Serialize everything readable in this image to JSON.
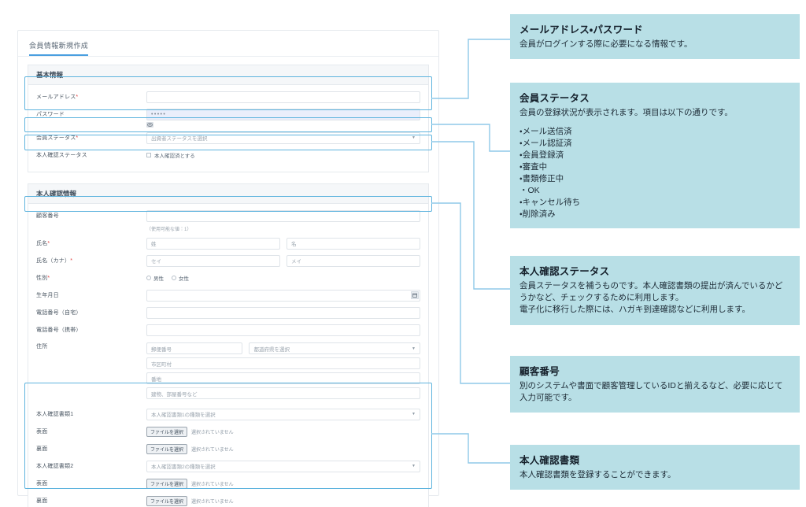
{
  "form": {
    "page_title": "会員情報新規作成",
    "sections": [
      {
        "heading": "基本情報",
        "rows": [
          {
            "label": "メールアドレス",
            "required": true,
            "type": "text",
            "placeholder": ""
          },
          {
            "label": "パスワード",
            "required": false,
            "type": "password",
            "value": "•••••"
          },
          {
            "label": "会員ステータス",
            "required": true,
            "type": "select",
            "placeholder": "出資者ステータスを選択"
          },
          {
            "label": "本人確認ステータス",
            "required": false,
            "type": "checkbox",
            "checkbox_label": "本人確認済とする"
          }
        ]
      },
      {
        "heading": "本人確認情報",
        "rows": [
          {
            "label": "顧客番号",
            "required": false,
            "type": "text",
            "placeholder": "",
            "hint": "（使用可能な値：1）"
          },
          {
            "label": "氏名",
            "required": true,
            "type": "pair",
            "placeholder_left": "姓",
            "placeholder_right": "名"
          },
          {
            "label": "氏名（カナ）",
            "required": true,
            "type": "pair",
            "placeholder_left": "セイ",
            "placeholder_right": "メイ"
          },
          {
            "label": "性別",
            "required": true,
            "type": "radio",
            "options": [
              "男性",
              "女性"
            ]
          },
          {
            "label": "生年月日",
            "required": false,
            "type": "date",
            "placeholder": ""
          },
          {
            "label": "電話番号（自宅）",
            "required": false,
            "type": "text",
            "placeholder": ""
          },
          {
            "label": "電話番号（携帯）",
            "required": false,
            "type": "text",
            "placeholder": ""
          },
          {
            "label": "住所",
            "required": false,
            "type": "address",
            "placeholder_zip": "郵便番号",
            "placeholder_pref": "都道府県を選択",
            "placeholder_city": "市区町村",
            "placeholder_street": "番地",
            "placeholder_building": "建物、部屋番号など"
          },
          {
            "label": "本人確認書類1",
            "required": false,
            "type": "select",
            "placeholder": "本人確認書類1の種類を選択"
          },
          {
            "label": "表面",
            "required": false,
            "type": "file"
          },
          {
            "label": "裏面",
            "required": false,
            "type": "file"
          },
          {
            "label": "本人確認書類2",
            "required": false,
            "type": "select",
            "placeholder": "本人確認書類2の種類を選択"
          },
          {
            "label": "表面",
            "required": false,
            "type": "file"
          },
          {
            "label": "裏面",
            "required": false,
            "type": "file"
          }
        ]
      }
    ],
    "file_button_label": "ファイルを選択",
    "file_empty_label": "選択されていません"
  },
  "annotations": [
    {
      "title": "メールアドレス・パスワード",
      "body": "会員がログインする際に必要になる情報です。",
      "items": []
    },
    {
      "title": "会員ステータス",
      "body": "会員の登録状況が表示されます。項目は以下の通りです。",
      "items": [
        "・メール送信済",
        "・メール認証済",
        "・会員登録済",
        "・審査中",
        "・書類修正中",
        "・OK",
        "・キャンセル待ち",
        "・削除済み"
      ]
    },
    {
      "title": "本人確認ステータス",
      "body": "会員ステータスを補うものです。本人確認書類の提出が済んでいるかどうかなど、チェックするために利用します。\n電子化に移行した際には、ハガキ到達確認などに利用します。",
      "items": []
    },
    {
      "title": "顧客番号",
      "body": "別のシステムや書面で顧客管理しているIDと揃えるなど、必要に応じて入力可能です。",
      "items": []
    },
    {
      "title": "本人確認書類",
      "body": "本人確認書類を登録することができます。",
      "items": []
    }
  ],
  "colors": {
    "annotation_bg": "#b8dfe6",
    "highlight_border": "#5fb4de",
    "connector": "#8fc9e8",
    "required_mark": "#e0403f",
    "tab_underline": "#4a9fe0"
  }
}
